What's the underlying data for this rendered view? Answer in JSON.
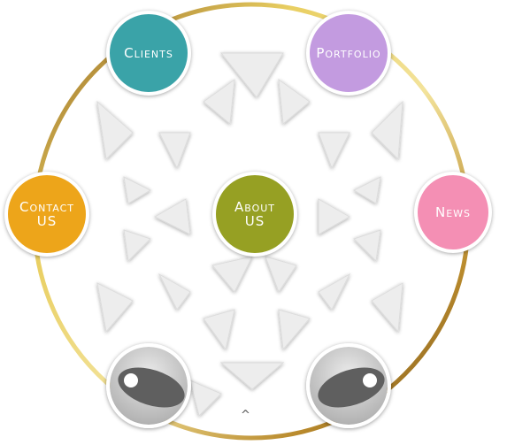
{
  "colors": {
    "ring_gold": "#c9a227",
    "ring_dark": "#6b4a17",
    "clients": "#3aa3a8",
    "portfolio": "#c39be0",
    "contact_us": "#eda51a",
    "about_us": "#96a023",
    "news": "#f48fb4",
    "eye_gray": "#a8a8a8",
    "eye_dark": "#5f5f5f"
  },
  "nav": {
    "clients": {
      "label": "Clients",
      "icon": ""
    },
    "portfolio": {
      "label": "Portfolio"
    },
    "contact_us": {
      "label": "Contact\nUS"
    },
    "about_us": {
      "label": "About\nUS"
    },
    "news": {
      "label": "News"
    }
  },
  "icons": {
    "left_eye": "eye-icon",
    "right_eye": "eye-icon",
    "bottom_caret": "caret-up-icon"
  },
  "footer": {
    "caret": "^"
  }
}
